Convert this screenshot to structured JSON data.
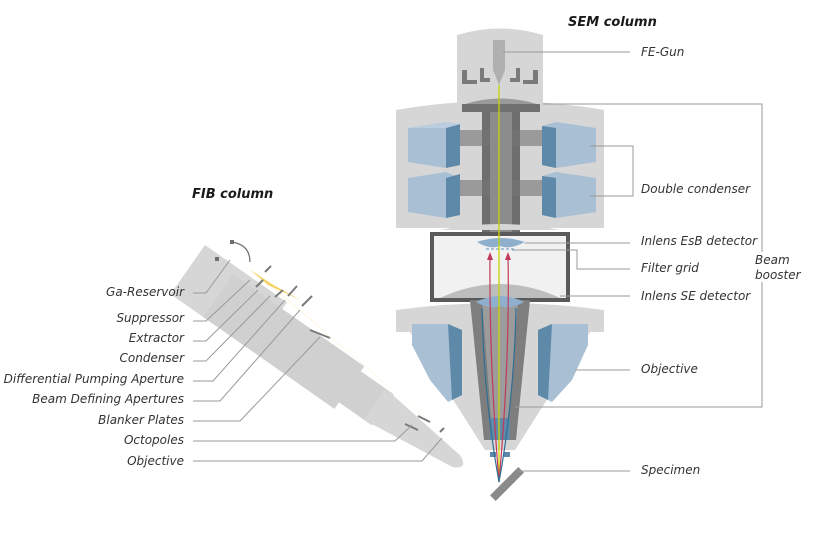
{
  "titles": {
    "sem": "SEM column",
    "fib": "FIB column"
  },
  "sem_labels": {
    "fe_gun": "FE-Gun",
    "double_condenser": "Double condenser",
    "inlens_esb": "Inlens EsB detector",
    "filter_grid": "Filter grid",
    "inlens_se": "Inlens SE detector",
    "objective": "Objective",
    "specimen": "Specimen",
    "beam_booster_1": "Beam",
    "beam_booster_2": "booster"
  },
  "fib_labels": {
    "ga_reservoir": "Ga-Reservoir",
    "suppressor": "Suppressor",
    "extractor": "Extractor",
    "condenser": "Condenser",
    "diff_pumping": "Differential Pumping Aperture",
    "beam_defining": "Beam Defining Apertures",
    "blanker": "Blanker Plates",
    "octopoles": "Octopoles",
    "objective": "Objective"
  },
  "colors": {
    "housing_light": "#d9d9d9",
    "housing_mid": "#c8c8c8",
    "metal_dark": "#6e6e6e",
    "lens_blue_light": "#a9bfd4",
    "lens_blue_dark": "#5f89a8",
    "electron_beam": "#c8d400",
    "ion_beam": "#fbe6a0",
    "backscatter_ray": "#c0395a",
    "se_ray": "#2f6e96"
  }
}
